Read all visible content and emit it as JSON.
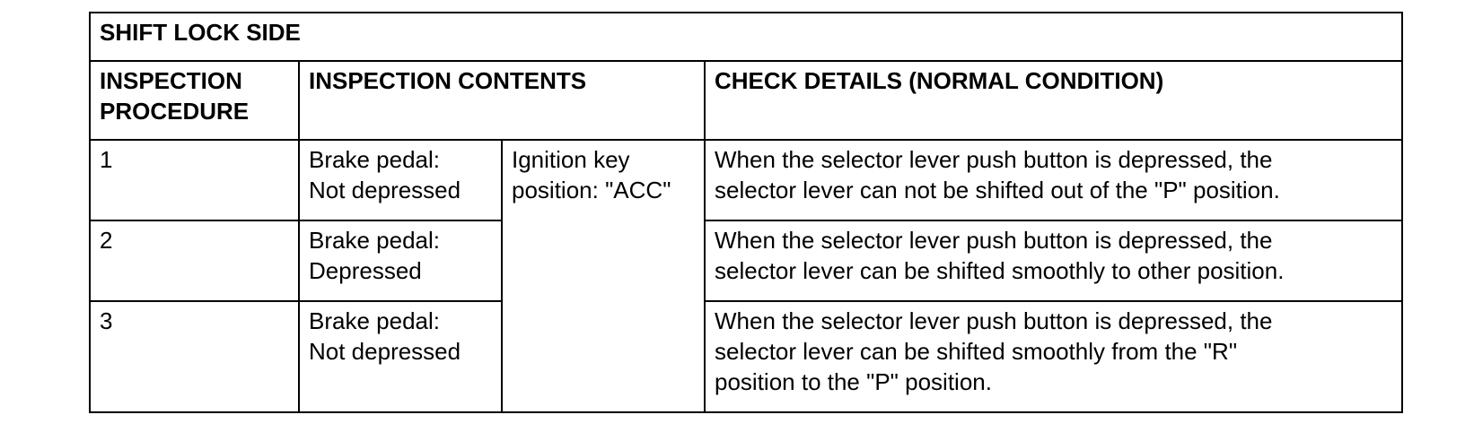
{
  "table": {
    "title": "SHIFT LOCK SIDE",
    "headers": {
      "procedure": [
        "INSPECTION",
        "PROCEDURE"
      ],
      "contents": "INSPECTION CONTENTS",
      "details": "CHECK DETAILS (NORMAL CONDITION)"
    },
    "ignition": [
      "Ignition key",
      "position: \"ACC\""
    ],
    "rows": [
      {
        "procedure": "1",
        "brake": [
          "Brake pedal:",
          "Not depressed"
        ],
        "details": [
          "When the selector lever push button is depressed, the",
          "selector lever can not be shifted out of the \"P\" position."
        ]
      },
      {
        "procedure": "2",
        "brake": [
          "Brake pedal:",
          "Depressed"
        ],
        "details": [
          "When the selector lever push button is depressed, the",
          "selector lever can be shifted smoothly to other position."
        ]
      },
      {
        "procedure": "3",
        "brake": [
          "Brake pedal:",
          "Not depressed"
        ],
        "details": [
          "When the selector lever push button is depressed, the",
          "selector lever can be shifted smoothly from the \"R\"",
          "position to the \"P\" position."
        ]
      }
    ]
  }
}
